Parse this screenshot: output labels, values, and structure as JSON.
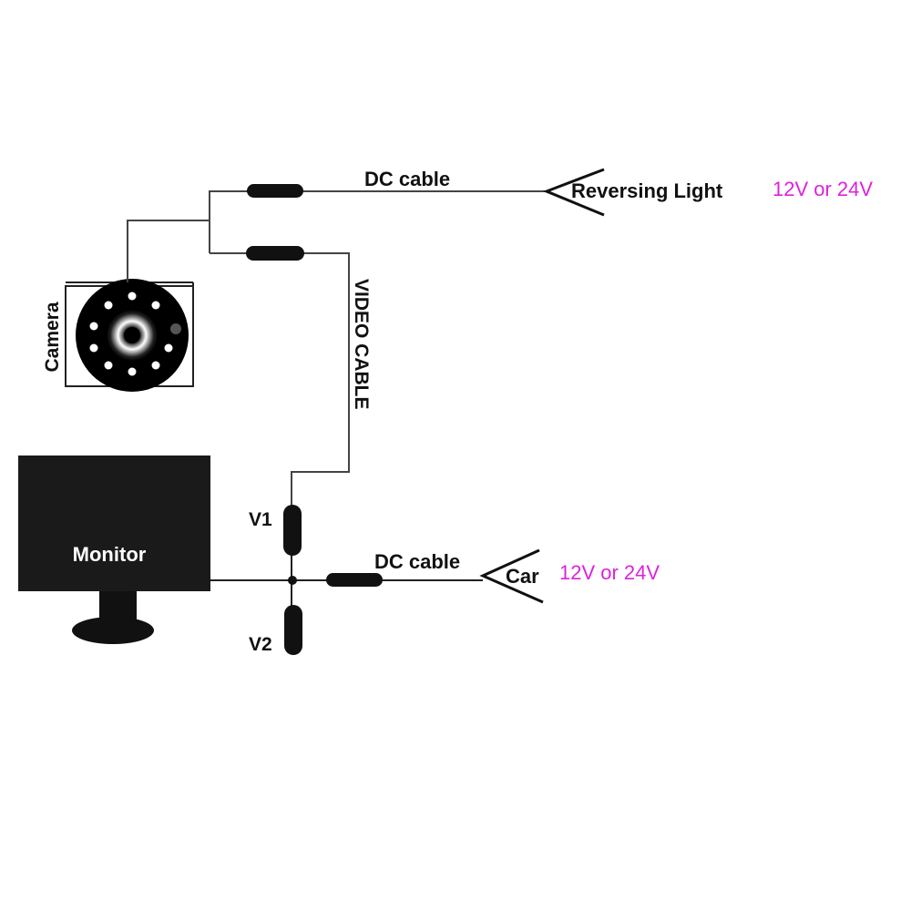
{
  "camera": {
    "label": "Camera"
  },
  "monitor": {
    "label": "Monitor"
  },
  "cables": {
    "dc_top": "DC cable",
    "video": "VIDEO CABLE",
    "dc_bottom": "DC cable"
  },
  "connectors": {
    "v1": "V1",
    "v2": "V2"
  },
  "power": {
    "reversing_light": {
      "label": "Reversing Light",
      "voltage": "12V or 24V"
    },
    "car": {
      "label": "Car",
      "voltage": "12V or 24V"
    }
  },
  "colors": {
    "voltage": "#dd22dd",
    "line": "#222222",
    "connector": "#111111",
    "monitor": "#1a1a1a"
  },
  "icons": {
    "camera": "camera-icon",
    "monitor": "monitor-icon",
    "connector": "cable-connector-icon",
    "wire_end": "split-wire-end-icon"
  }
}
